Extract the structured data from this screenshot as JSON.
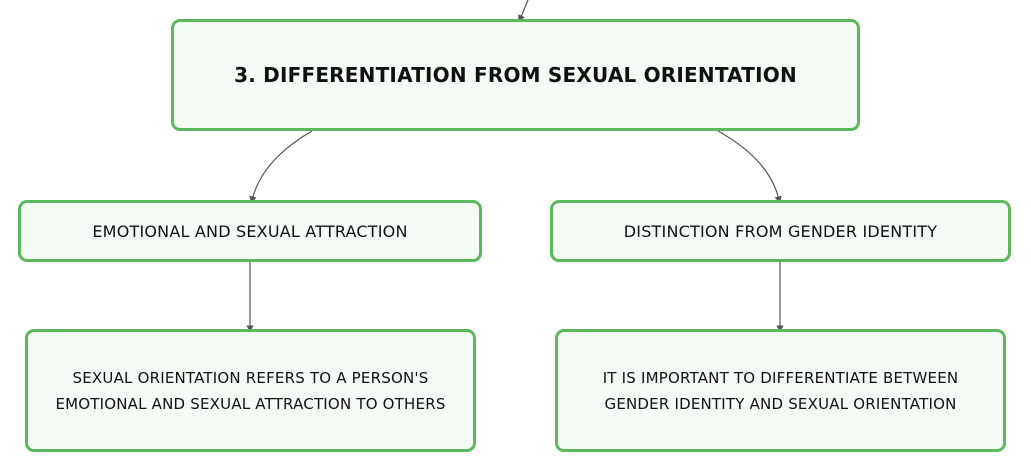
{
  "diagram": {
    "root": {
      "label": "3. DIFFERENTIATION FROM SEXUAL ORIENTATION"
    },
    "branches": [
      {
        "label": "EMOTIONAL AND SEXUAL ATTRACTION",
        "detail": "SEXUAL ORIENTATION REFERS TO A PERSON'S\nEMOTIONAL AND SEXUAL ATTRACTION TO OTHERS"
      },
      {
        "label": "DISTINCTION FROM GENDER IDENTITY",
        "detail": "IT IS IMPORTANT TO DIFFERENTIATE BETWEEN\nGENDER IDENTITY AND SEXUAL ORIENTATION"
      }
    ]
  },
  "colors": {
    "node_border": "#5cb85c",
    "node_fill": "#f4faf4",
    "connector": "#555555"
  }
}
